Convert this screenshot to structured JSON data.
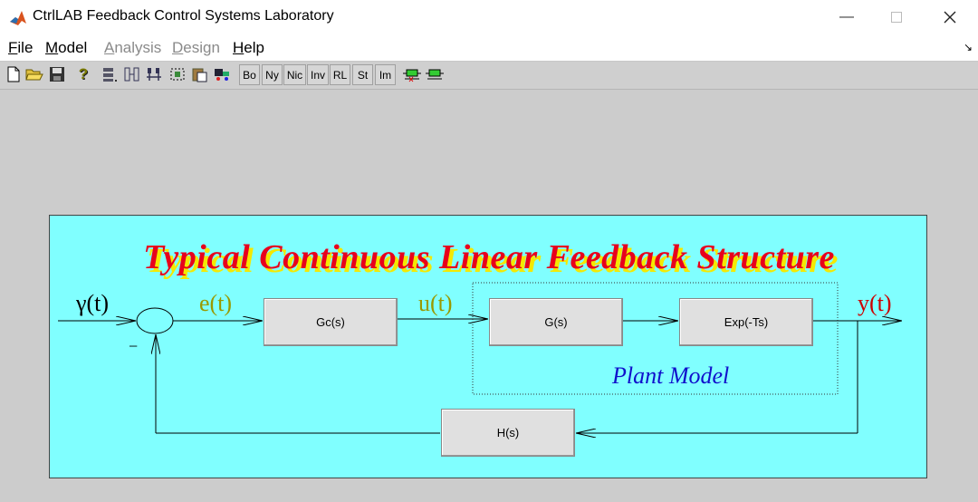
{
  "window": {
    "title": "CtrlLAB Feedback Control Systems Laboratory"
  },
  "menu": {
    "items": [
      {
        "first": "F",
        "rest": "ile",
        "enabled": true
      },
      {
        "first": "M",
        "rest": "odel",
        "enabled": true
      },
      {
        "first": "A",
        "rest": "nalysis",
        "enabled": false
      },
      {
        "first": "D",
        "rest": "esign",
        "enabled": false
      },
      {
        "first": "H",
        "rest": "elp",
        "enabled": true
      }
    ]
  },
  "toolbar": {
    "text_buttons": [
      "Bo",
      "Ny",
      "Nic",
      "Inv",
      "RL",
      "St",
      "Im"
    ]
  },
  "diagram": {
    "heading": "Typical Continuous Linear Feedback Structure",
    "signals": {
      "input": "γ(t)",
      "error": "e(t)",
      "control": "u(t)",
      "output": "y(t)",
      "minus": "−"
    },
    "blocks": {
      "controller": "Gc(s)",
      "plant": "G(s)",
      "delay": "Exp(-Ts)",
      "feedback": "H(s)"
    },
    "plant_label": "Plant Model",
    "colors": {
      "background": "#80ffff",
      "heading": "#e8001c",
      "heading_shadow": "#f4e800",
      "error_signal": "#999900",
      "output_signal": "#cc0000",
      "plant_label": "#1010cc"
    }
  }
}
